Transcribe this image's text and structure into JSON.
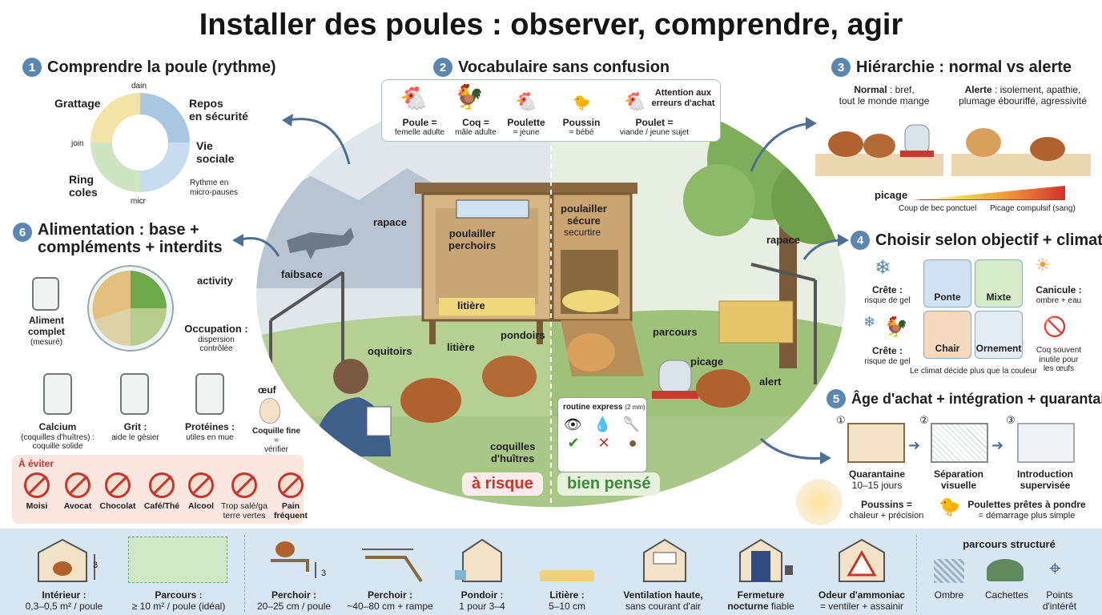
{
  "title": "Installer des poules : observer, comprendre, agir",
  "colors": {
    "accent": "#5a86b0",
    "risk": "#c8352b",
    "good": "#3f8a3a",
    "bottom_band": "#d7e6f1"
  },
  "s1": {
    "num": "1",
    "heading": "Comprendre la poule (rythme)",
    "dain": "dain",
    "grattage": "Grattage",
    "repos": "Repos\nen sécurité",
    "join": "join",
    "vie": "Vie\nsociale",
    "ring": "Ring\ncoles",
    "micr": "micr",
    "rythme": "Rythme en\nmicro-pauses"
  },
  "s2": {
    "num": "2",
    "heading": "Vocabulaire sans confusion",
    "items": [
      {
        "term": "Poule =",
        "def": "femelle adulte"
      },
      {
        "term": "Coq =",
        "def": "mâle adulte"
      },
      {
        "term": "Poulette",
        "def": "= jeune"
      },
      {
        "term": "Poussin",
        "def": "= bébé"
      },
      {
        "term": "Poulet =",
        "def": "viande / jeune sujet"
      }
    ],
    "warning": "Attention aux\nerreurs d'achat"
  },
  "s3": {
    "num": "3",
    "heading": "Hiérarchie : normal vs alerte",
    "normal_b": "Normal",
    "normal": " : bref,\ntout le monde mange",
    "alerte_b": "Alerte",
    "alerte": " : isolement, apathie,\nplumage ébouriffé, agressivité",
    "picage": "picage",
    "low": "Coup de bec ponctuel",
    "high": "Picage compulsif (sang)"
  },
  "s4": {
    "num": "4",
    "heading": "Choisir selon objectif + climat",
    "crete1": "Crête :",
    "crete1_sub": "risque de gel",
    "crete2": "Crête :",
    "crete2_sub": "risque de gel",
    "ponte": "Ponte",
    "mixte": "Mixte",
    "chair": "Chair",
    "ornement": "Ornement",
    "canicule": "Canicule :",
    "canicule_sub": "ombre + eau",
    "coq": "Coq souvent\ninutile pour\nles œufs",
    "climat": "Le climat décide plus que la couleur"
  },
  "s5": {
    "num": "5",
    "heading": "Âge d'achat + intégration + quarantaine",
    "steps": [
      {
        "n": "①",
        "label": "Quarantaine",
        "sub": "10–15 jours"
      },
      {
        "n": "②",
        "label": "Séparation\nvisuelle",
        "sub": ""
      },
      {
        "n": "③",
        "label": "Introduction\nsupervisée",
        "sub": ""
      }
    ],
    "poussins_b": "Poussins =",
    "poussins": "chaleur + précision",
    "poulettes_b": "Poulettes prêtes à pondre",
    "poulettes": "= démarrage plus simple"
  },
  "s6": {
    "num": "6",
    "heading": "Alimentation : base +\ncompléments + interdits",
    "aliment_b": "Aliment\ncomplet",
    "aliment": "(mesuré)",
    "activity": "activity",
    "occupation_b": "Occupation :",
    "occupation": "dispersion\ncontrôlée",
    "calcium_b": "Calcium",
    "calcium": "(coquilles d'huîtres) :\ncoquille solide",
    "grit_b": "Grit :",
    "grit": "aide le gésier",
    "proteines_b": "Protéines :",
    "proteines": "utiles en mue",
    "oeuf": "œuf",
    "coquille_b": "Coquille fine",
    "coquille": " =\nvérifier calcium\n+ aliment",
    "avoid": "À éviter",
    "forbidden": [
      "Moisi",
      "Avocat",
      "Chocolat",
      "Café/Thé",
      "Alcool",
      "Trop salé/ga\nterre vertes",
      "Pain\nfréquent"
    ]
  },
  "scene": {
    "rapace_l": "rapace",
    "faibsace": "faibsace",
    "poulailler": "poulailler\nperchoirs",
    "litiere1": "litière",
    "litiere2": "litière",
    "oquitoirs": "oquitoirs",
    "pondoirs": "pondoirs",
    "coquilles": "coquilles\nd'huîtres",
    "risk": "à risque",
    "good": "bien pensé",
    "secure": "poulailler\nsécure",
    "securtire": "securtire",
    "rapace_r": "rapace",
    "parcours": "parcours",
    "picage": "picage",
    "alert": "alert",
    "routine_title": "routine express",
    "routine_small": "(2 mm)"
  },
  "bottom": [
    {
      "b": "Intérieur :",
      "t": "0,3–0,5 m² / poule",
      "mark": "3"
    },
    {
      "b": "Parcours :",
      "t": "≥ 10 m² / poule (idéal)"
    },
    {
      "b": "Perchoir :",
      "t": "20–25 cm / poule",
      "mark": "3"
    },
    {
      "b": "Perchoir :",
      "t": "~40–80 cm + rampe"
    },
    {
      "b": "Pondoir :",
      "t": "1 pour 3–4"
    },
    {
      "b": "Litière :",
      "t": "5–10 cm"
    },
    {
      "b": "Ventilation haute,",
      "t": "sans courant d'air"
    },
    {
      "b": "Fermeture",
      "t2": "nocturne",
      "t": " fiable"
    },
    {
      "b": "Odeur d'ammoniac",
      "t": "= ventiler + assainir"
    }
  ],
  "bottom_right": {
    "title": "parcours structuré",
    "ombre": "Ombre",
    "cachettes": "Cachettes",
    "points": "Points\nd'intérêt"
  }
}
